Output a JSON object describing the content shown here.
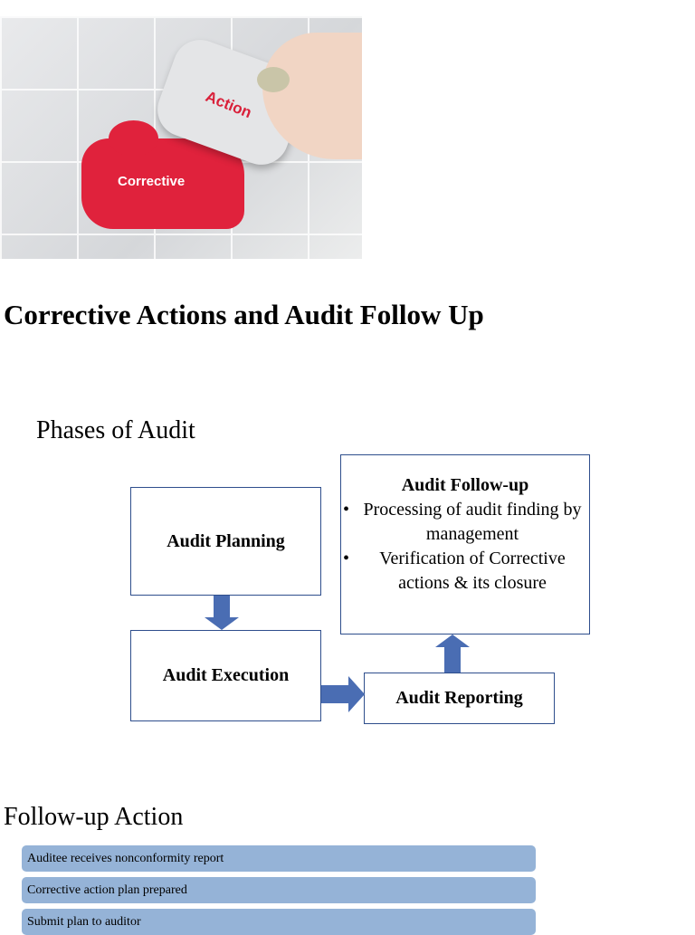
{
  "hero_image": {
    "labels": {
      "piece": "Action",
      "hole": "Corrective"
    }
  },
  "title": "Corrective Actions and Audit Follow Up",
  "phases": {
    "heading": "Phases of Audit",
    "planning": "Audit Planning",
    "execution": "Audit Execution",
    "reporting": "Audit Reporting",
    "followup": {
      "title": "Audit Follow-up",
      "bullets": [
        "Processing of audit finding by management",
        "Verification of Corrective actions & its closure"
      ]
    },
    "arrow_color": "#4a6db3",
    "border_color": "#2e4e8c"
  },
  "followup_action": {
    "heading": "Follow-up Action",
    "steps": [
      "Auditee receives nonconformity report",
      "Corrective action plan prepared",
      "Submit plan to auditor"
    ],
    "bar_color": "#95b3d7"
  }
}
